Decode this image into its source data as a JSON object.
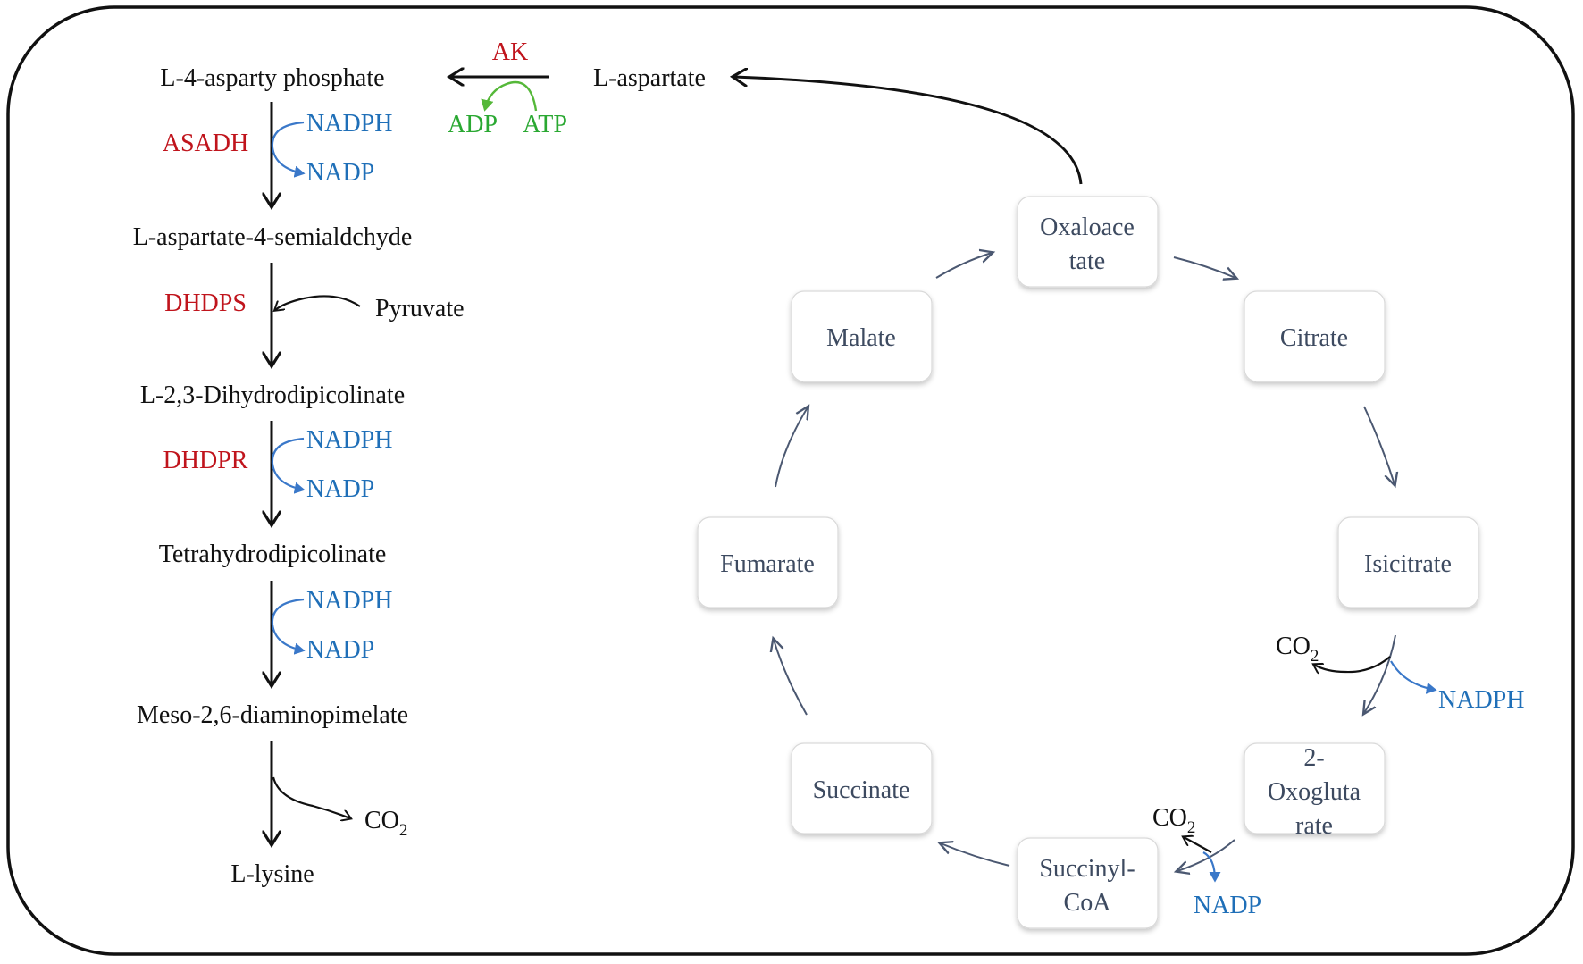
{
  "lysine_pathway": {
    "aspartate": "L-aspartate",
    "aspartyl_phosphate": "L-4-asparty phosphate",
    "semialdehyde": "L-aspartate-4-semialdchyde",
    "dihydrodipicolinate": "L-2,3-Dihydrodipicolinate",
    "tetrahydrodipicolinate": "Tetrahydrodipicolinate",
    "diaminopimelate": "Meso-2,6-diaminopimelate",
    "lysine": "L-lysine",
    "pyruvate": "Pyruvate",
    "co2_main": "CO",
    "co2_sub": "2"
  },
  "enzymes": {
    "ak": "AK",
    "asadh": "ASADH",
    "dhdps": "DHDPS",
    "dhdpr": "DHDPR"
  },
  "cofactors": {
    "adp": "ADP",
    "atp": "ATP",
    "asadh_in": "NADPH",
    "asadh_out": "NADP",
    "dhdpr_in": "NADPH",
    "dhdpr_out": "NADP",
    "dap_in": "NADPH",
    "dap_out": "NADP"
  },
  "tca_cycle": {
    "oxaloacetate": [
      "Oxaloace",
      "tate"
    ],
    "citrate": "Citrate",
    "isocitrate": "Isicitrate",
    "oxoglutarate": [
      "2-",
      "Oxogluta",
      "rate"
    ],
    "succinyl_coa": [
      "Succinyl-",
      "CoA"
    ],
    "succinate": "Succinate",
    "fumarate": "Fumarate",
    "malate": "Malate",
    "idh_co2": "CO",
    "idh_co2_sub": "2",
    "idh_nadph": "NADPH",
    "kgdh_co2": "CO",
    "kgdh_co2_sub": "2",
    "kgdh_nadp": "NADP"
  },
  "colors": {
    "enzyme": "#c0141c",
    "cofactor_blue": "#1f6fb8",
    "cofactor_green": "#2aa832",
    "node_text": "#3d4a60"
  }
}
